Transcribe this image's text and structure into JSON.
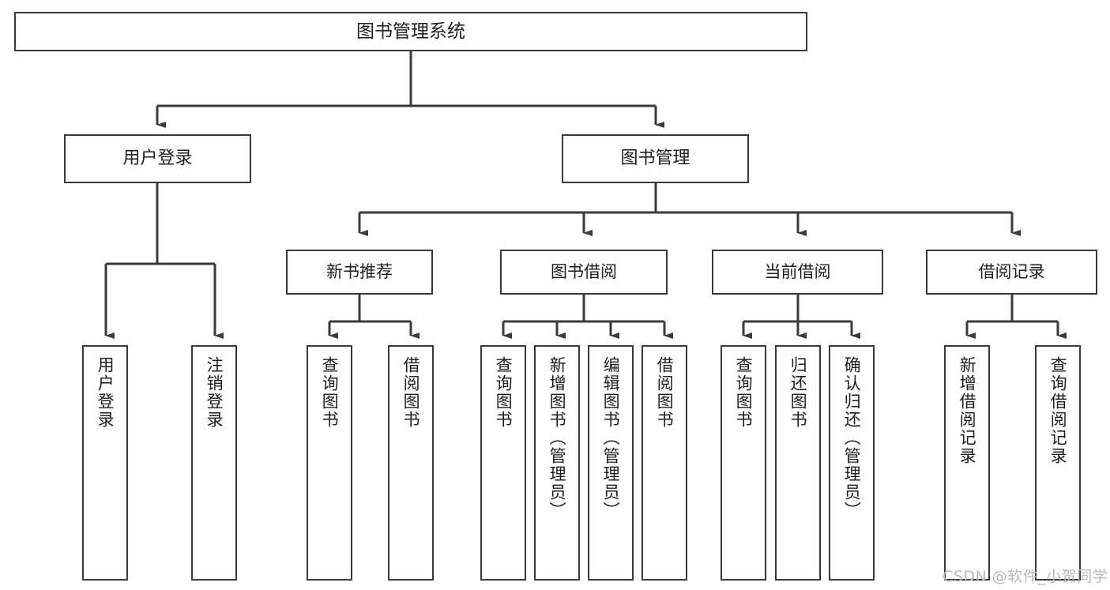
{
  "diagram": {
    "title": "图书管理系统",
    "root": {
      "label": "图书管理系统"
    },
    "level2": [
      {
        "label": "用户登录"
      },
      {
        "label": "图书管理"
      }
    ],
    "level3": [
      {
        "label": "新书推荐"
      },
      {
        "label": "图书借阅"
      },
      {
        "label": "当前借阅"
      },
      {
        "label": "借阅记录"
      }
    ],
    "leaves": {
      "user_login": [
        {
          "label": "用户登录"
        },
        {
          "label": "注销登录"
        }
      ],
      "new_book_recommend": [
        {
          "label": "查询图书"
        },
        {
          "label": "借阅图书"
        }
      ],
      "book_borrow": [
        {
          "label": "查询图书"
        },
        {
          "label": "新增图书（管理员）"
        },
        {
          "label": "编辑图书（管理员）"
        },
        {
          "label": "借阅图书"
        }
      ],
      "current_borrow": [
        {
          "label": "查询图书"
        },
        {
          "label": "归还图书"
        },
        {
          "label": "确认归还（管理员）"
        }
      ],
      "borrow_record": [
        {
          "label": "新增借阅记录"
        },
        {
          "label": "查询借阅记录"
        }
      ]
    }
  },
  "watermark": {
    "text": "CSDN @软件_小贺同学"
  },
  "colors": {
    "border": "#3a3a3a",
    "text": "#1d1d1d",
    "background": "#ffffff",
    "watermark": "#b9b9b9"
  }
}
